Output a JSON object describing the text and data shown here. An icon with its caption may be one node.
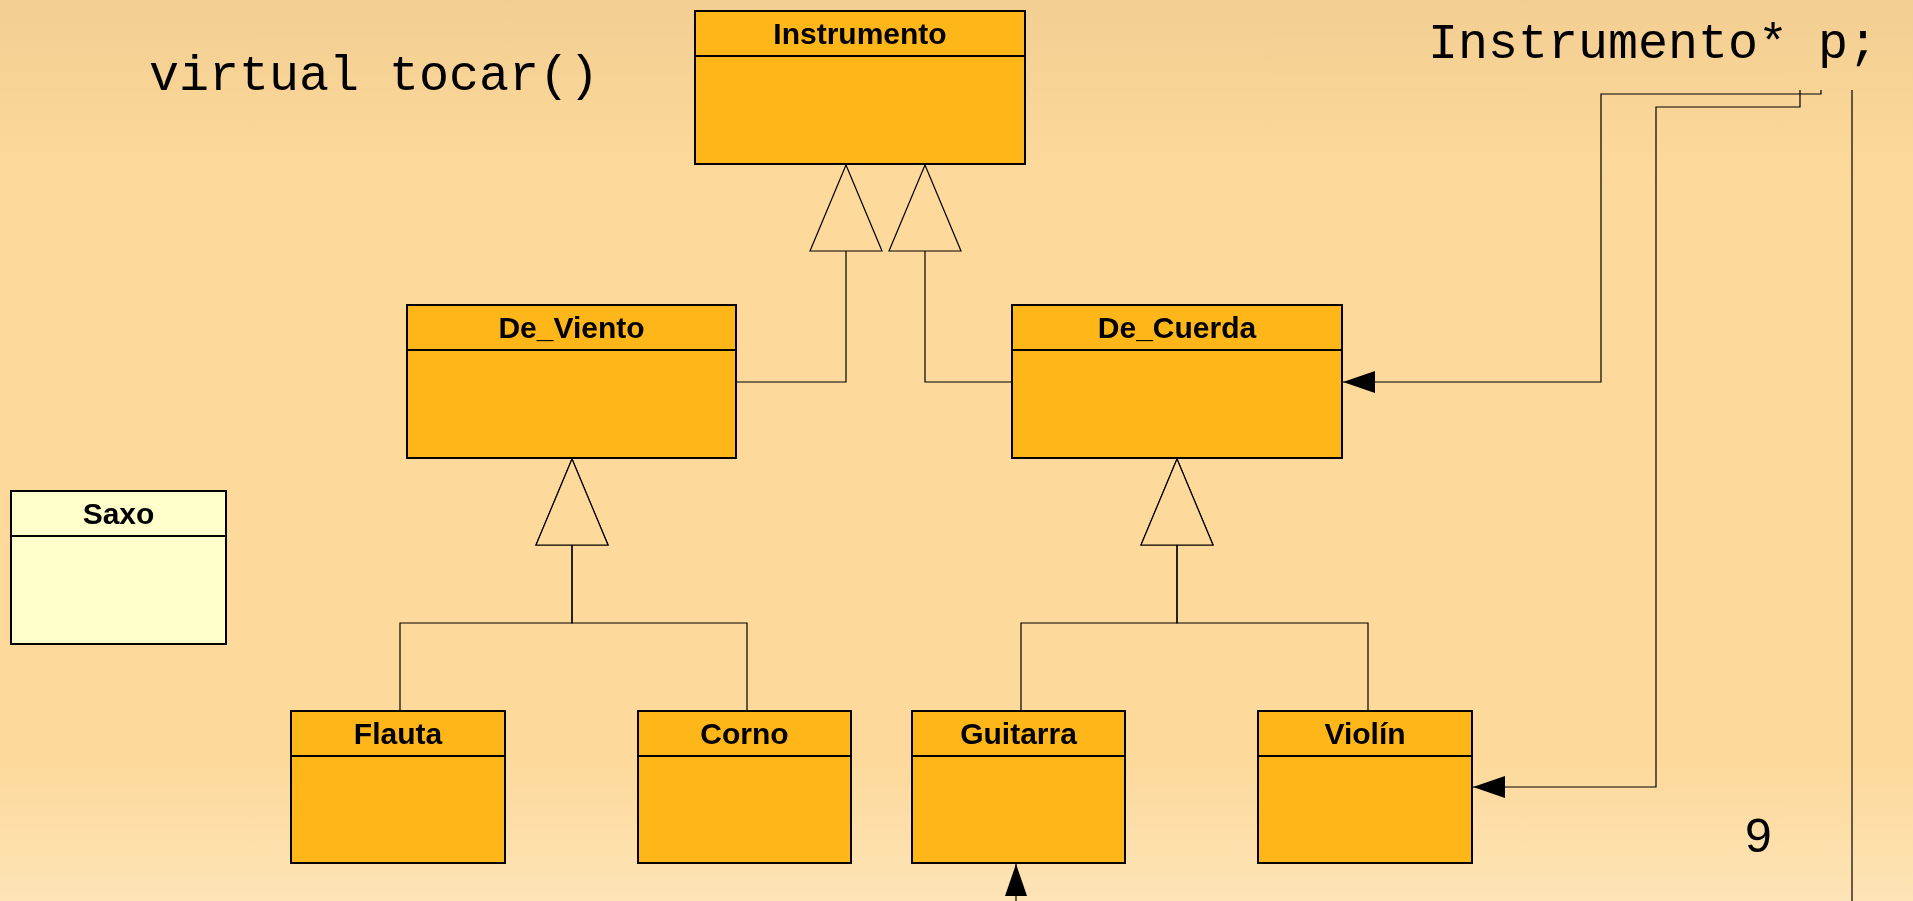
{
  "diagram": {
    "nodes": [
      {
        "text": [
          "Instrumento"
        ]
      },
      {
        "text": [
          "De_Viento"
        ]
      },
      {
        "text": [
          "De_Cuerda"
        ]
      },
      {
        "text": [
          "Saxo"
        ]
      },
      {
        "text": [
          "Flauta"
        ]
      },
      {
        "text": [
          "Corno"
        ]
      },
      {
        "text": [
          "Guitarra"
        ]
      },
      {
        "text": [
          "Violín"
        ]
      },
      {
        "text": [
          "Instrumento* p;"
        ]
      }
    ],
    "edges": [
      {
        "from": 1,
        "to": 0,
        "arrow": "to"
      },
      {
        "from": 2,
        "to": 0,
        "arrow": "to"
      },
      {
        "from": 4,
        "to": 1,
        "arrow": "to"
      },
      {
        "from": 5,
        "to": 1,
        "arrow": "to"
      },
      {
        "from": 6,
        "to": 2,
        "arrow": "to"
      },
      {
        "from": 7,
        "to": 2,
        "arrow": "to"
      },
      {
        "from": 8,
        "to": 2,
        "arrow": "to"
      },
      {
        "from": 8,
        "to": 7,
        "arrow": "to"
      },
      {
        "from": 8,
        "to": null,
        "arrow": "none"
      },
      {
        "from": null,
        "to": 6,
        "arrow": "to"
      }
    ],
    "labels": [
      "virtual tocar()",
      "9"
    ]
  }
}
